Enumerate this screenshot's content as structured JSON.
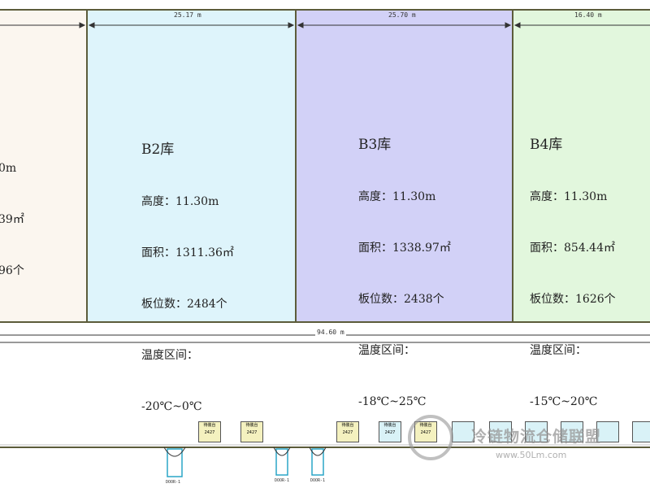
{
  "colors": {
    "b1_fill": "#fbf6ef",
    "b2_fill": "#def4fb",
    "b3_fill": "#d2d1f7",
    "b4_fill": "#e2f7dd",
    "wall": "#5c5c3a",
    "dock_fill": "#f4f1bf",
    "dock_cyan": "#d9f2f7",
    "pit_stroke": "#2aa5c7"
  },
  "dims": {
    "b2_width": "25.17 m",
    "b3_width": "25.70 m",
    "b4_width": "16.40 m",
    "total_width": "94.60 m"
  },
  "rooms": [
    {
      "key": "b1",
      "lines": [
        "0m",
        "39㎡",
        "96个"
      ]
    },
    {
      "key": "b2",
      "name": "B2库",
      "height": "高度：11.30m",
      "area": "面积：1311.36㎡",
      "pallets": "板位数：2484个",
      "temp_label": "温度区间：",
      "temp_range": "-20℃~0℃"
    },
    {
      "key": "b3",
      "name": "B3库",
      "height": "高度：11.30m",
      "area": "面积：1338.97㎡",
      "pallets": "板位数：2438个",
      "temp_label": "温度区间：",
      "temp_range": "-18℃~25℃"
    },
    {
      "key": "b4",
      "name": "B4库",
      "height": "高度：11.30m",
      "area": "面积：854.44㎡",
      "pallets": "板位数：1626个",
      "temp_label": "温度区间：",
      "temp_range": "-15℃~20℃"
    }
  ],
  "dock_label_top": "待装台",
  "dock_label_bottom": "2427",
  "pit_label": "DOOR-1",
  "watermark": {
    "brand": "冷链物流仓储联盟",
    "url": "www.50Lm.com"
  }
}
